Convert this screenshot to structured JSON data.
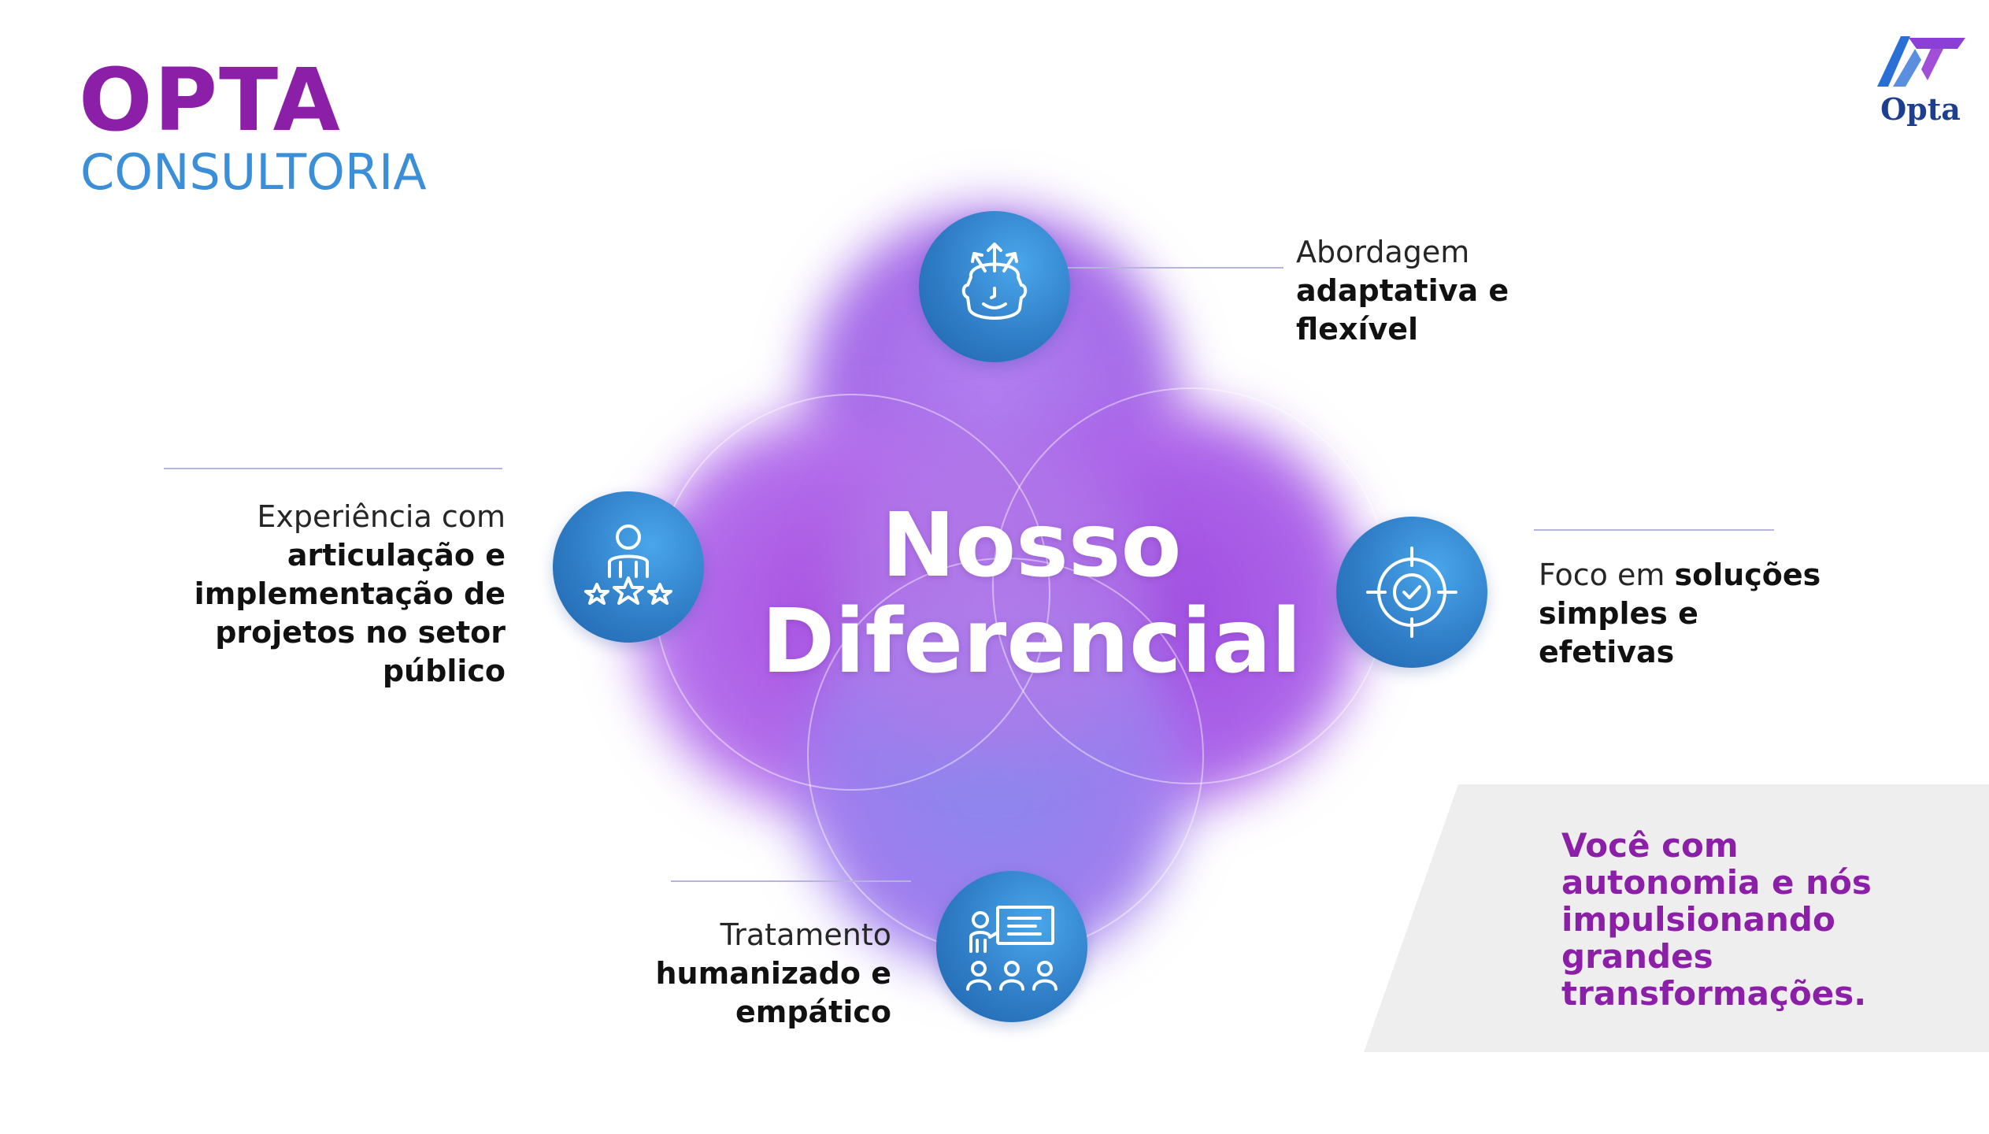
{
  "header": {
    "title": "OPTA",
    "subtitle": "CONSULTORIA"
  },
  "logo": {
    "text": "Opta",
    "colors": [
      "#2a6fd6",
      "#8c3fd6",
      "#1d3f8f"
    ]
  },
  "center": {
    "line1": "Nosso",
    "line2": "Diferencial"
  },
  "items": [
    {
      "icon": "head-ideas-icon",
      "light": "Abordagem",
      "bold_1": "adaptativa e",
      "bold_2": "flexível"
    },
    {
      "icon": "person-rating-stars-icon",
      "light": "Experiência com",
      "bold_1": "articulação e",
      "bold_2": "implementação de",
      "bold_3": "projetos no setor",
      "bold_4": "público"
    },
    {
      "icon": "target-check-icon",
      "light": "Foco em",
      "bold_1": "soluções",
      "bold_2": "simples e",
      "bold_3": "efetivas"
    },
    {
      "icon": "presentation-audience-icon",
      "light": "Tratamento",
      "bold_1": "humanizado e",
      "bold_2": "empático"
    }
  ],
  "quote": {
    "line1": "Você com",
    "line2": "autonomia e nós",
    "line3": "impulsionando",
    "line4": "grandes",
    "line5": "transformações."
  },
  "colors": {
    "brand_purple": "#8c1fa8",
    "brand_blue": "#3b8fd8",
    "icon_blue": "#2f7dc6",
    "panel_gray": "#eeeeee"
  }
}
